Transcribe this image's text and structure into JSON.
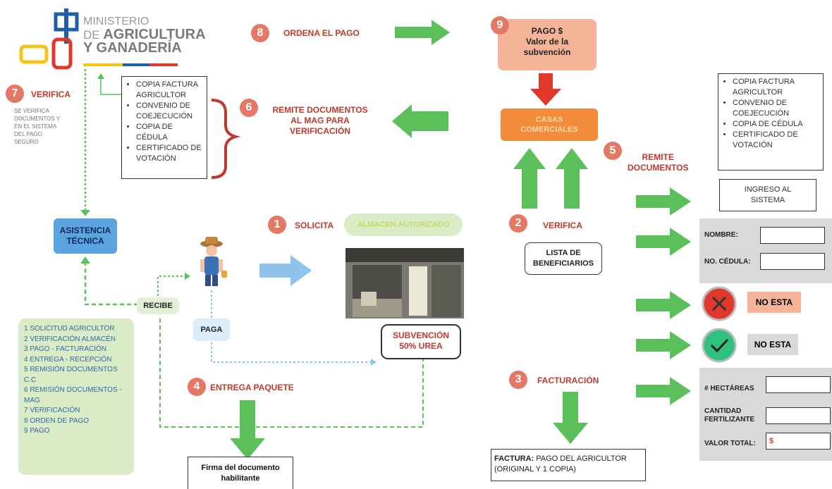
{
  "logo": {
    "line1": "MINISTERIO",
    "line2_prefix": "DE ",
    "line2_bold": "AGRICULTURA",
    "line3": "Y GANADERÍA"
  },
  "steps": {
    "s8": {
      "num": "8",
      "label": "ORDENA EL PAGO"
    },
    "s9": {
      "num": "9",
      "line1": "PAGO $",
      "line2": "Valor de la",
      "line3": "subvención"
    },
    "s7": {
      "num": "7",
      "label": "VERIFICA"
    },
    "s6": {
      "num": "6",
      "line1": "REMITE DOCUMENTOS",
      "line2": "AL MAG PARA",
      "line3": "VERIFICACIÓN"
    },
    "s5": {
      "num": "5",
      "line1": "REMITE",
      "line2": "DOCUMENTOS"
    },
    "s1": {
      "num": "1",
      "label": "SOLICITA"
    },
    "s2": {
      "num": "2",
      "label": "VERIFICA"
    },
    "s4": {
      "num": "4",
      "label": "ENTREGA PAQUETE"
    },
    "s3": {
      "num": "3",
      "label": "FACTURACIÓN"
    }
  },
  "verifica_note": [
    "SE VERIFICA",
    "DOCUMENTOS Y",
    "EN EL SISTEMA",
    "DEL PAGO",
    "SEGURO"
  ],
  "docs_left": [
    "COPIA FACTURA AGRICULTOR",
    "CONVENIO DE COEJECUCIÓN",
    "COPIA DE CÉDULA",
    "CERTIFICADO DE VOTACIÓN"
  ],
  "docs_right": [
    "COPIA FACTURA AGRICULTOR",
    "CONVENIO DE COEJECUCIÓN",
    "COPIA DE CÉDULA",
    "CERTIFICADO DE VOTACIÓN"
  ],
  "casas": {
    "line1": "CASAS",
    "line2": "COMERCIALES"
  },
  "almacen": "ALMACEN AUTORIZADO",
  "asistencia": {
    "line1": "ASISTENCIA",
    "line2": "TÉCNICA"
  },
  "recibe": "RECIBE",
  "paga": "PAGA",
  "subvencion": {
    "line1": "SUBVENCIÓN",
    "line2": "50% UREA"
  },
  "lista": {
    "line1": "LISTA DE",
    "line2": "BENEFICIARIOS"
  },
  "ingreso": {
    "line1": "INGRESO AL",
    "line2": "SISTEMA"
  },
  "form1": {
    "nombre": "NOMBRE:",
    "cedula": "NO. CÉDULA:"
  },
  "no_esta_1": "NO ESTA",
  "no_esta_2": "NO ESTA",
  "form2": {
    "hectareas": "# HECTÁREAS",
    "cantidad_1": "CANTIDAD",
    "cantidad_2": "FERTILIZANTE",
    "valor": "VALOR TOTAL:",
    "valor_value": "$"
  },
  "firma": {
    "line1": "Firma del documento",
    "line2": "habilitante"
  },
  "factura": {
    "bold": "FACTURA:",
    "rest": " PAGO DEL AGRICULTOR",
    "line2": "(ORIGINAL Y 1 COPIA)"
  },
  "legend": [
    "1 SOLICITUD AGRICULTOR",
    "2 VERIFICACIÓN ALMACÉN",
    "3 PAGO - FACTURACIÓN",
    "4 ENTREGA - RECEPCIÓN",
    "5 REMISIÓN DOCUMENTOS C.C",
    "6 REMISIÓN DOCUMENTOS - MAG",
    "7 VERIFICACIÓN",
    "8 ORDEN DE PAGO",
    "9 PAGO"
  ],
  "colors": {
    "green": "#5cc05a",
    "red_text": "#c0392b",
    "orange": "#f28b3c",
    "salmon": "#f5b498",
    "blue_box": "#5ba4e0",
    "light_green": "#d9ecc5",
    "grey_panel": "#d9d9d9"
  }
}
